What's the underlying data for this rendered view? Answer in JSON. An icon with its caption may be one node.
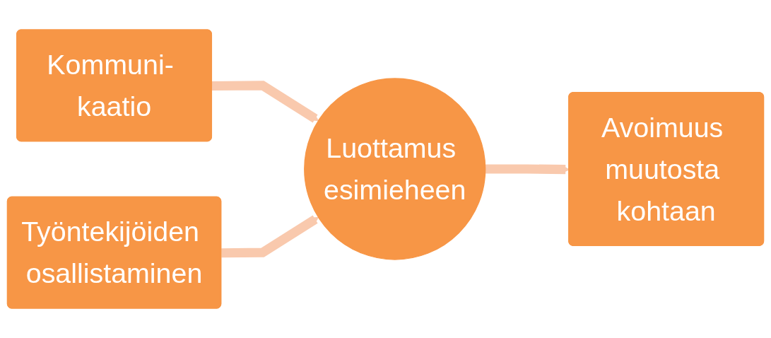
{
  "diagram": {
    "nodes": [
      {
        "text": [
          "Kommuni- kaatio"
        ]
      },
      {
        "text": [
          "Työntekijöiden osallistaminen"
        ]
      },
      {
        "text": [
          "Luottamus esimieheen"
        ]
      },
      {
        "text": [
          "Avoimuus muutosta kohtaan"
        ]
      }
    ],
    "edges": [
      {
        "from": 0,
        "to": 2,
        "arrow": "to"
      },
      {
        "from": 1,
        "to": 2,
        "arrow": "to"
      },
      {
        "from": 2,
        "to": 3,
        "arrow": "to"
      }
    ]
  }
}
